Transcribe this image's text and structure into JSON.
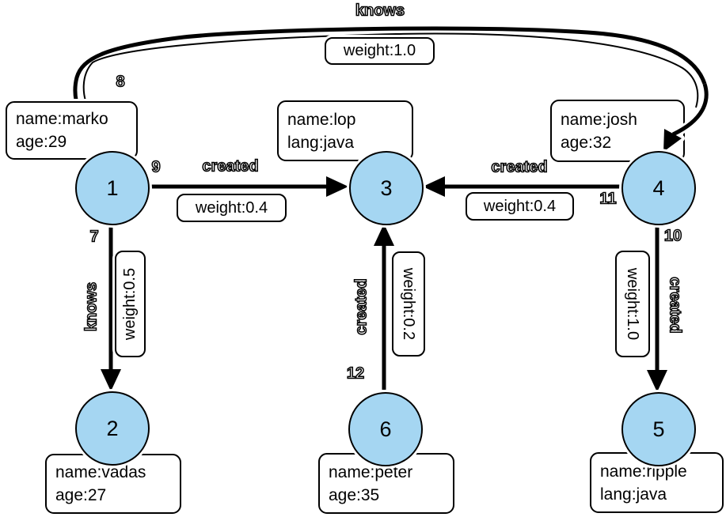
{
  "colors": {
    "node_fill": "#A5D6F2",
    "edge_stroke": "#000000",
    "box_background": "#FFFFFF",
    "label_fill": "#FFFFFF",
    "label_outline": "#000000"
  },
  "nodes": {
    "n1": {
      "id": "1",
      "properties": [
        "name:marko",
        "age:29"
      ]
    },
    "n2": {
      "id": "2",
      "properties": [
        "name:vadas",
        "age:27"
      ]
    },
    "n3": {
      "id": "3",
      "properties": [
        "name:lop",
        "lang:java"
      ]
    },
    "n4": {
      "id": "4",
      "properties": [
        "name:josh",
        "age:32"
      ]
    },
    "n5": {
      "id": "5",
      "properties": [
        "name:ripple",
        "lang:java"
      ]
    },
    "n6": {
      "id": "6",
      "properties": [
        "name:peter",
        "age:35"
      ]
    }
  },
  "edges": {
    "e7": {
      "id": "7",
      "label": "knows",
      "weight": "weight:0.5",
      "from": "1",
      "to": "2"
    },
    "e8": {
      "id": "8",
      "label": "knows",
      "weight": "weight:1.0",
      "from": "1",
      "to": "4"
    },
    "e9": {
      "id": "9",
      "label": "created",
      "weight": "weight:0.4",
      "from": "1",
      "to": "3"
    },
    "e10": {
      "id": "10",
      "label": "created",
      "weight": "weight:1.0",
      "from": "4",
      "to": "5"
    },
    "e11": {
      "id": "11",
      "label": "created",
      "weight": "weight:0.4",
      "from": "4",
      "to": "3"
    },
    "e12": {
      "id": "12",
      "label": "created",
      "weight": "weight:0.2",
      "from": "6",
      "to": "3"
    }
  }
}
